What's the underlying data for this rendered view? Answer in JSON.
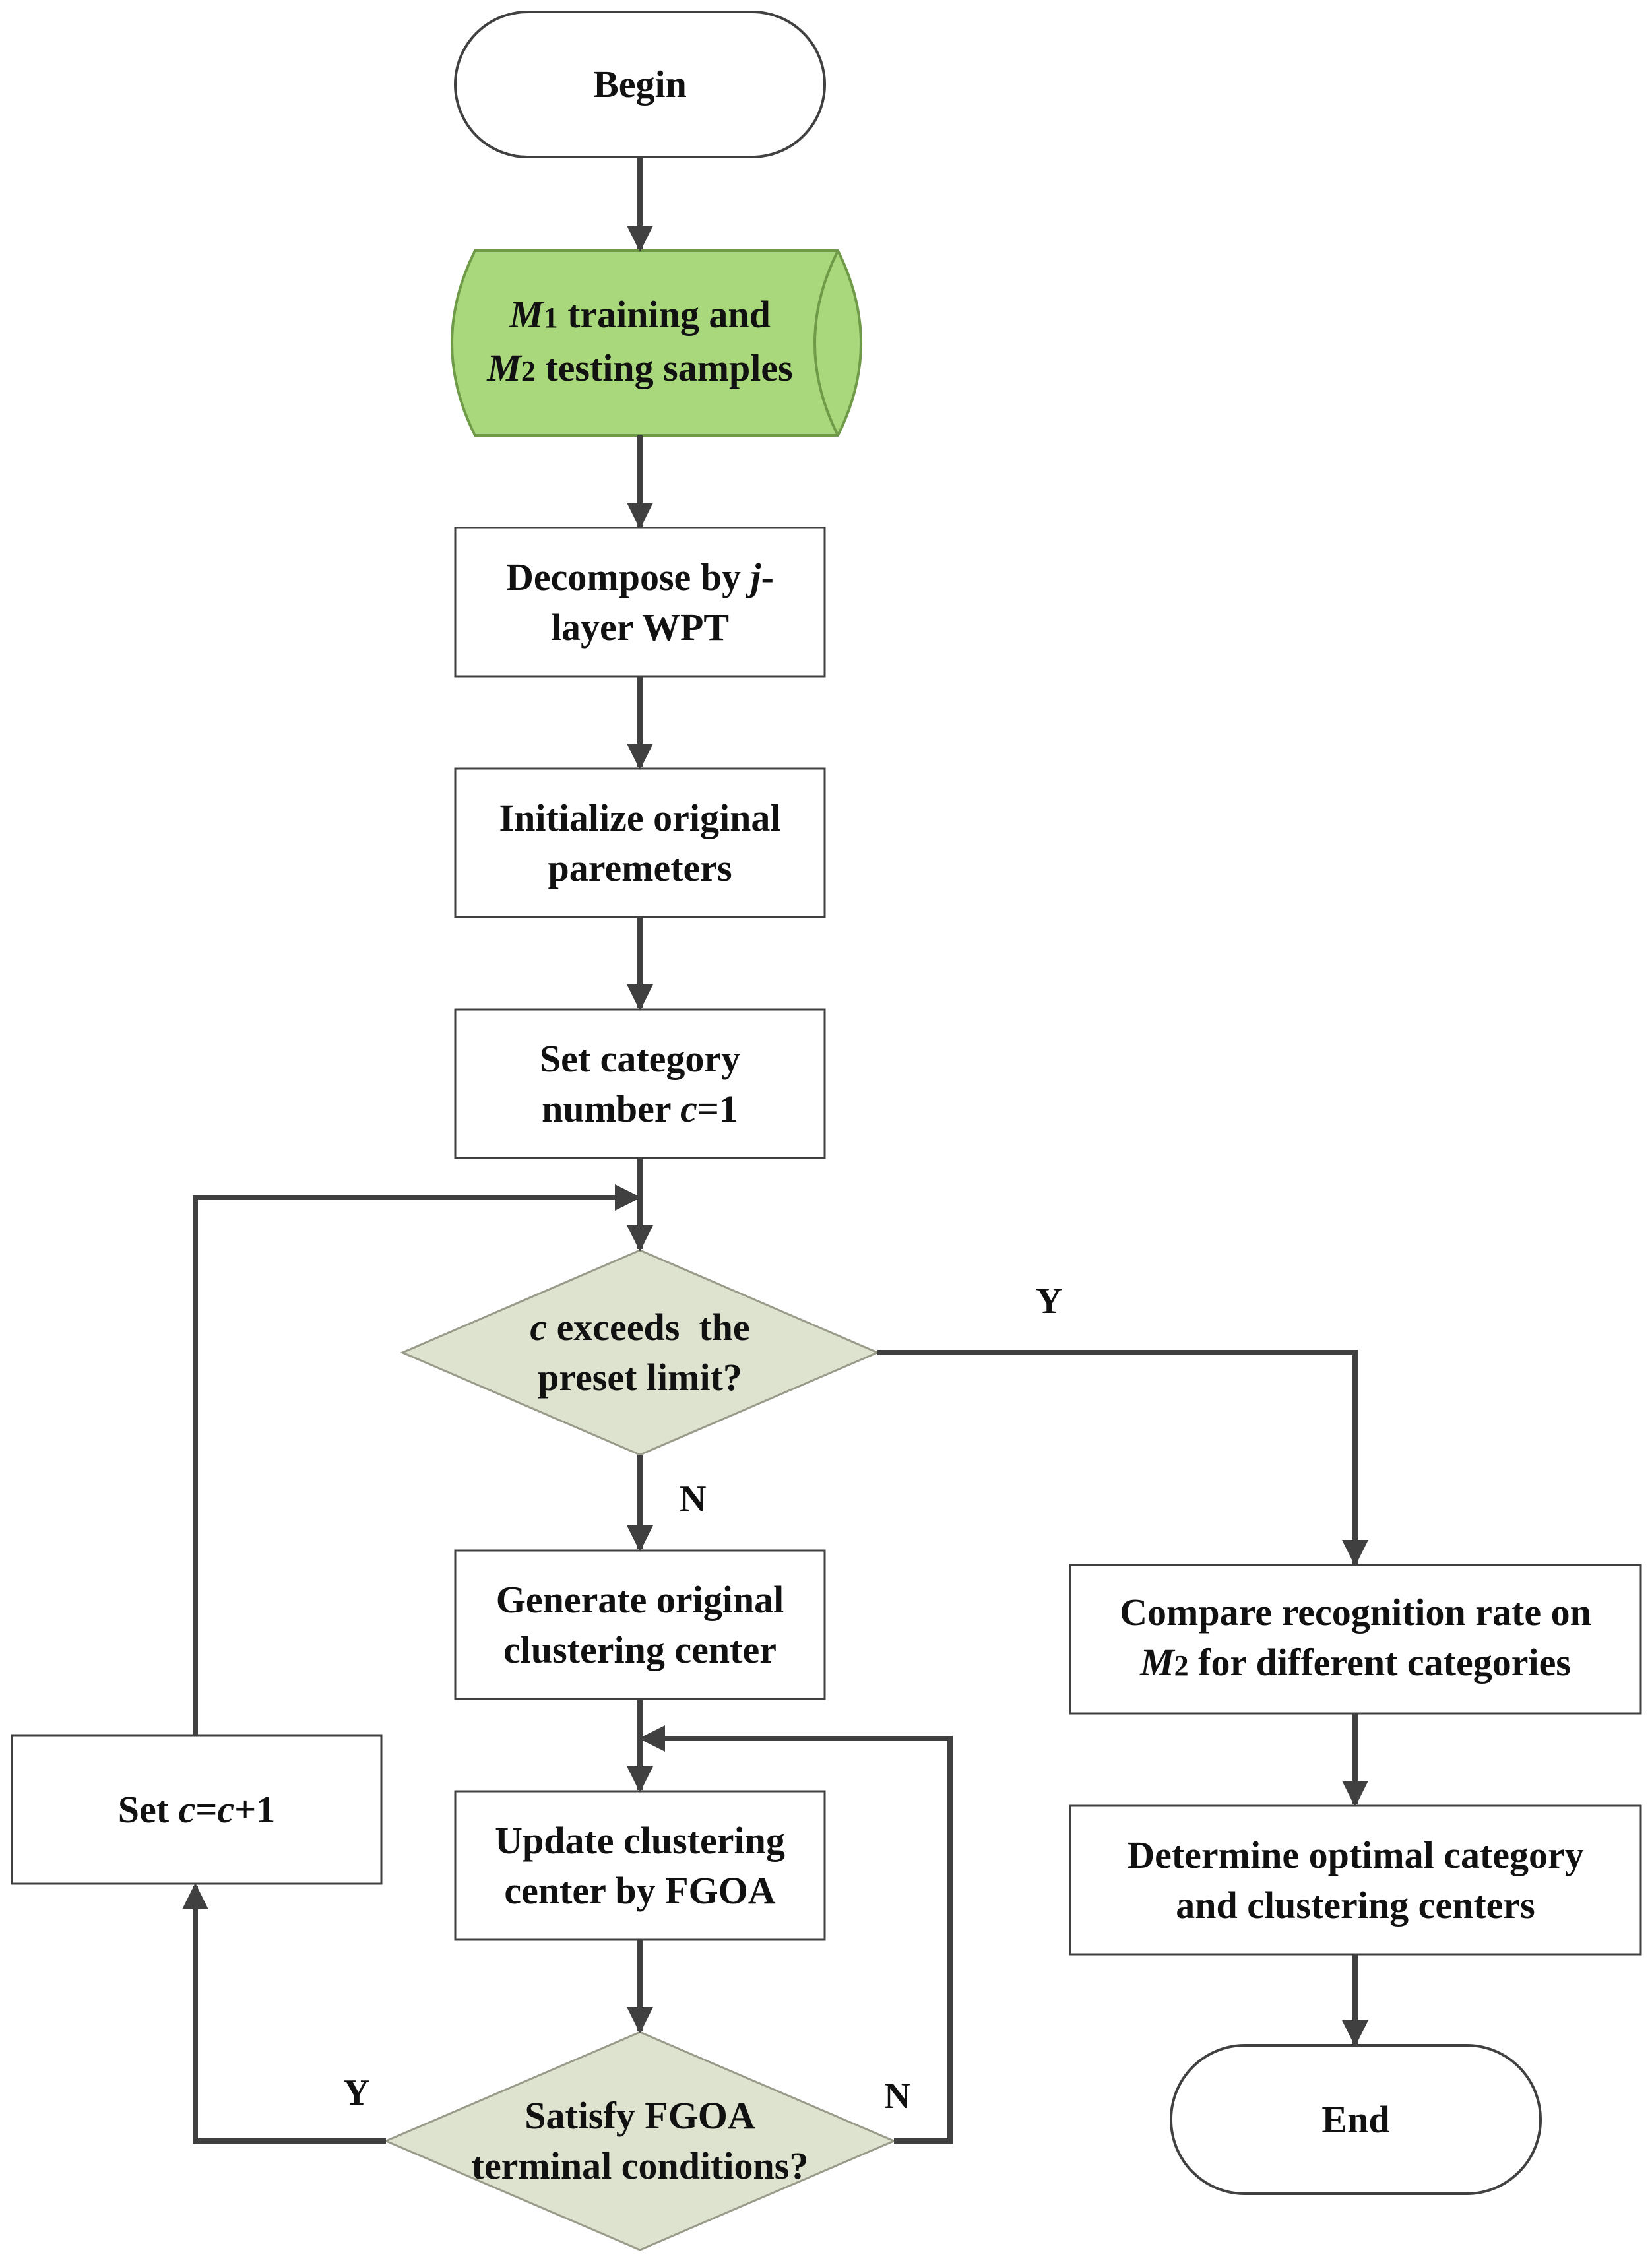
{
  "nodes": {
    "begin": {
      "text": "Begin"
    },
    "samples": {
      "var1": "M",
      "sub1": "1",
      "text1": " training and",
      "var2": "M",
      "sub2": "2",
      "text2": " testing samples"
    },
    "decompose": {
      "line1a": "Decompose by ",
      "line1var": "j",
      "line1b": "-",
      "line2": "layer WPT"
    },
    "initialize": {
      "line1": "Initialize original",
      "line2": "paremeters"
    },
    "set_category": {
      "line1": "Set category",
      "line2a": "number ",
      "line2var": "c",
      "line2b": "=1"
    },
    "decision_limit": {
      "line1var": "c",
      "line1": " exceeds  the",
      "line2": "preset limit?"
    },
    "generate": {
      "line1": "Generate original",
      "line2": "clustering center"
    },
    "update": {
      "line1": "Update clustering",
      "line2": "center by FGOA"
    },
    "decision_terminal": {
      "line1": "Satisfy FGOA",
      "line2": "terminal conditions?"
    },
    "set_increment": {
      "a": "Set ",
      "var1": "c",
      "b": "=",
      "var2": "c",
      "c": "+1"
    },
    "compare": {
      "line1": "Compare recognition rate on",
      "line2var": "M",
      "line2sub": "2",
      "line2": " for different categories"
    },
    "determine": {
      "line1": "Determine optimal category",
      "line2": "and clustering centers"
    },
    "end": {
      "text": "End"
    }
  },
  "branch_labels": {
    "limit_yes": "Y",
    "limit_no": "N",
    "terminal_yes": "Y",
    "terminal_no": "N"
  },
  "colors": {
    "stroke": "#404040",
    "samples_fill": "#a9d77b",
    "decision_fill": "#dde3cf",
    "box_fill": "#ffffff",
    "text": "#111111"
  }
}
